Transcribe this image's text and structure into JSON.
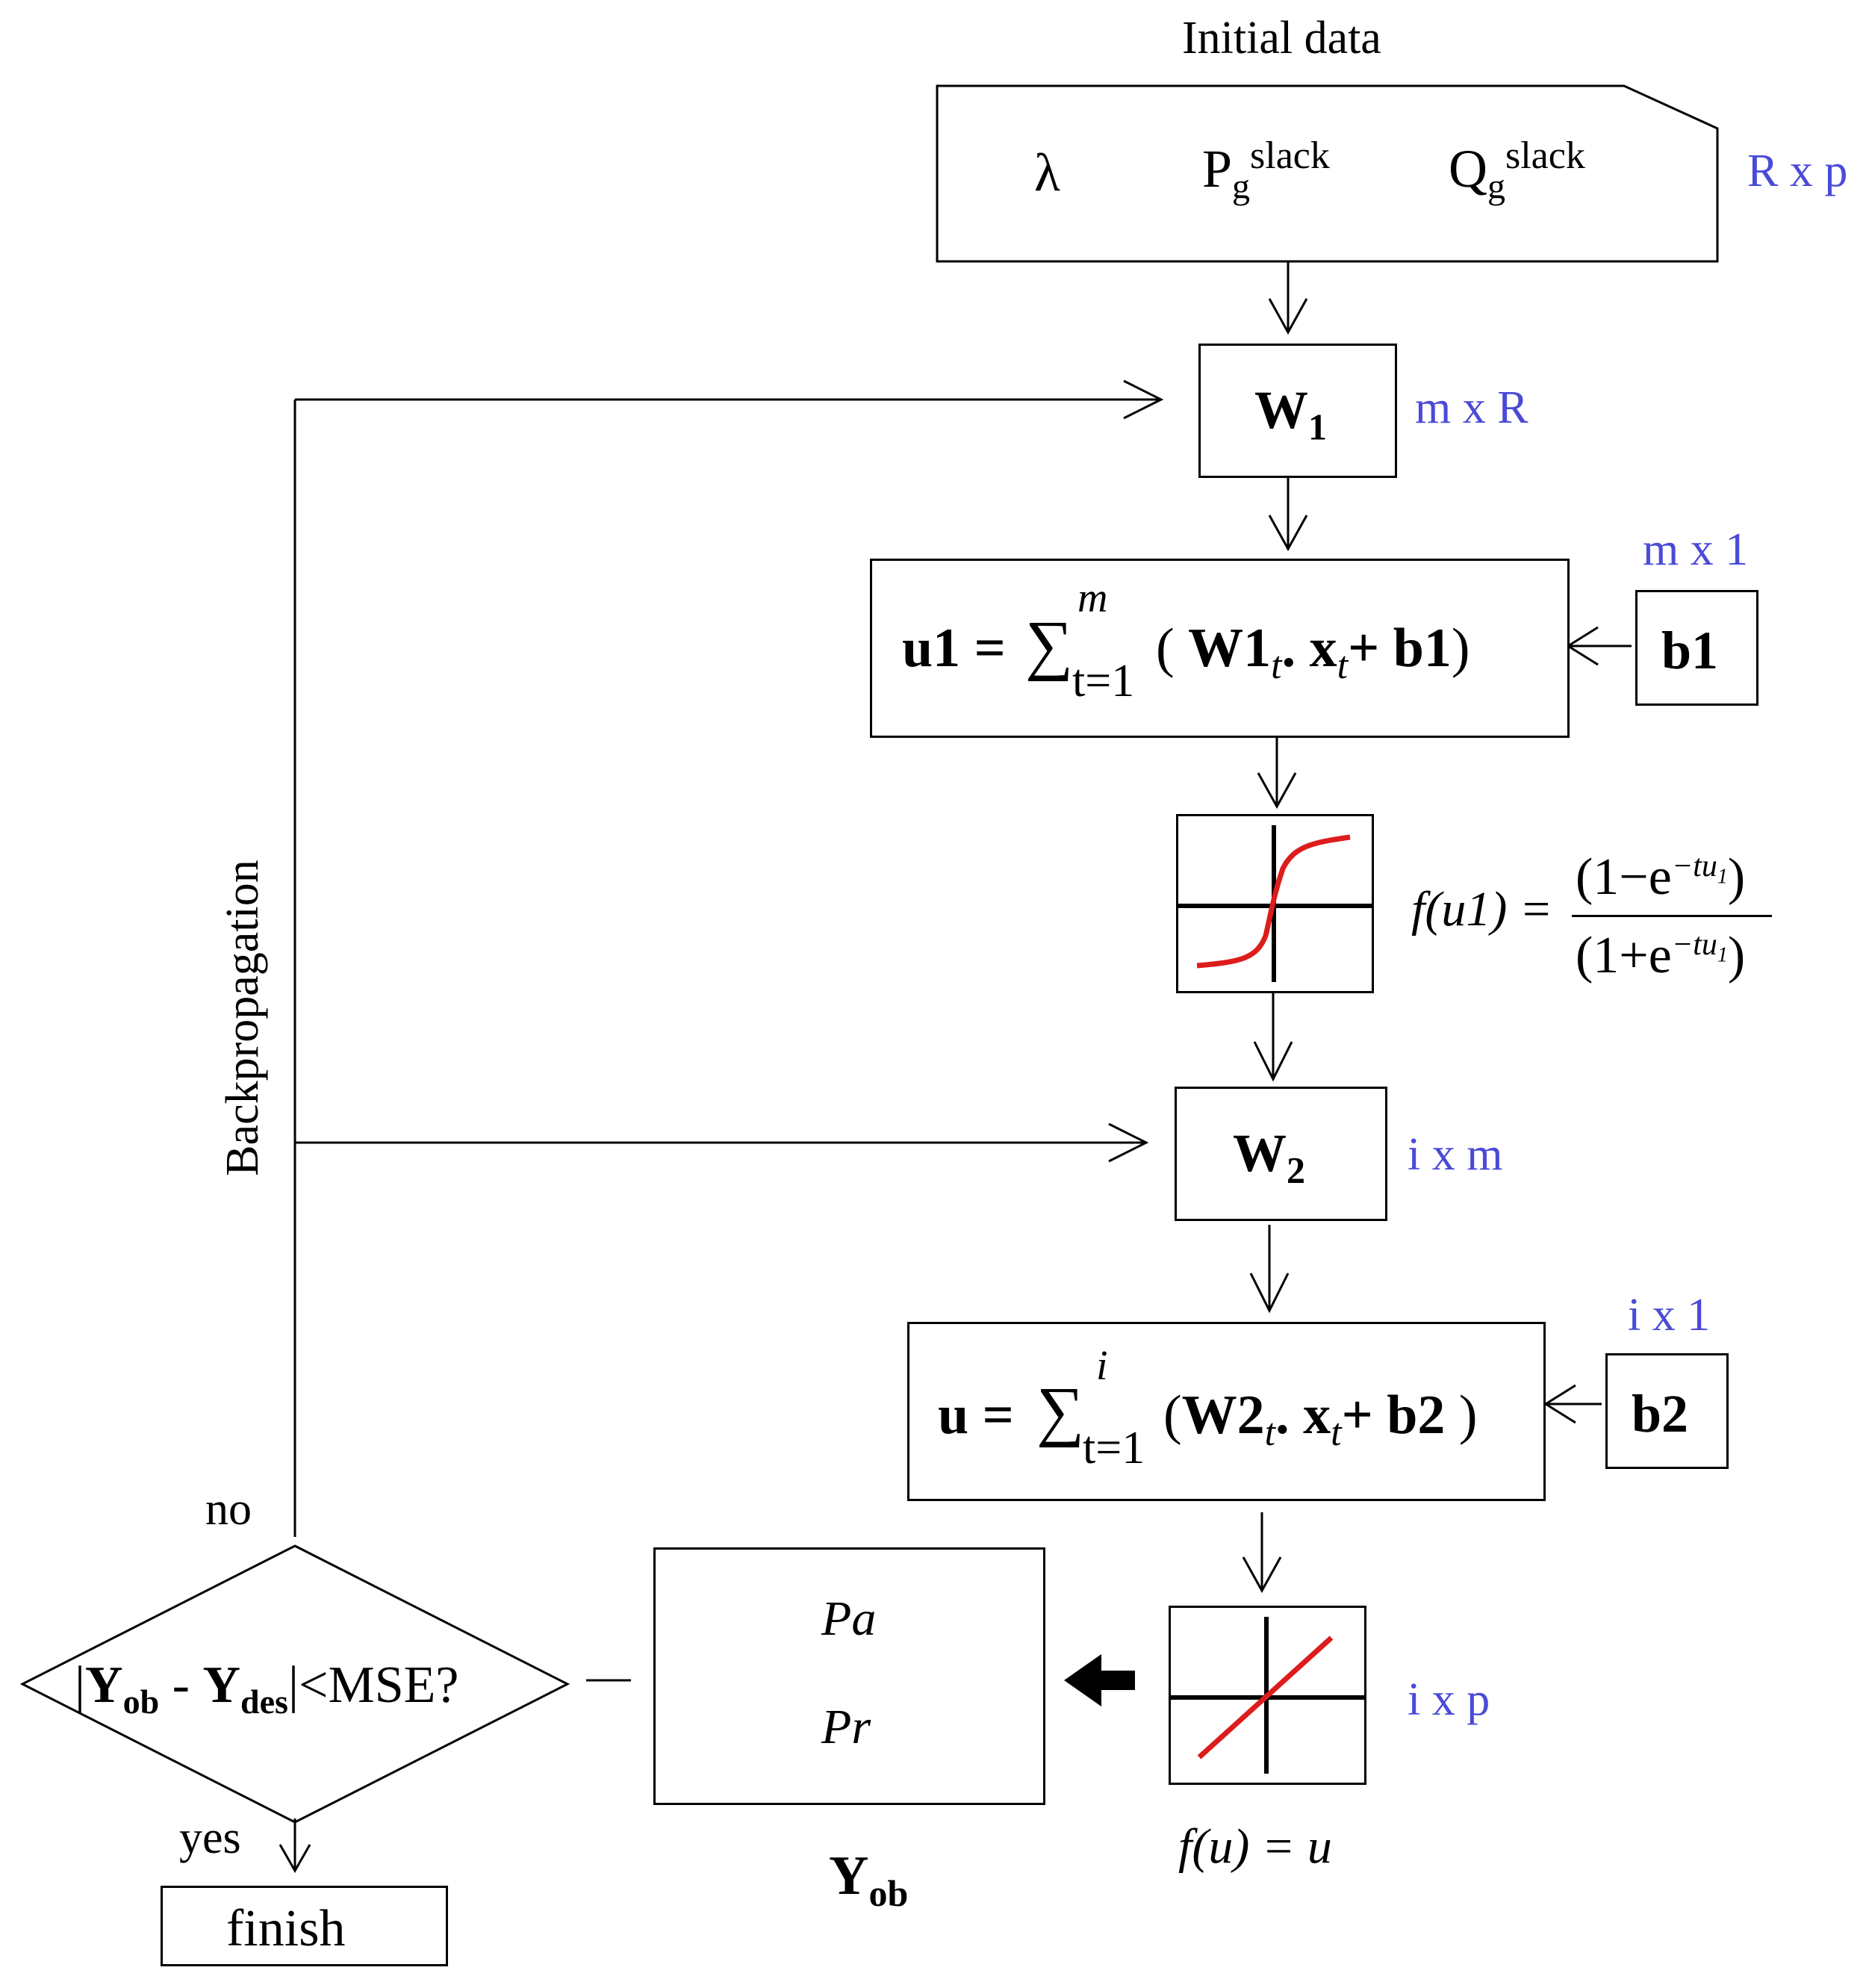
{
  "initial_data": {
    "title": "Initial data",
    "lambda": "λ",
    "pg_base": "P",
    "pg_sub": "g",
    "pg_sup": "slack",
    "qg_base": "Q",
    "qg_sub": "g",
    "qg_sup": "slack",
    "dim": "R x p"
  },
  "w1": {
    "base": "W",
    "sub": "1",
    "dim": "m x R"
  },
  "sum1": {
    "lhs": "u1",
    "upper": "m",
    "lower": "t=1",
    "w": "W1",
    "w_sub": "t",
    "x": "x",
    "x_sub": "t",
    "b": "b1"
  },
  "b1": {
    "label": "b1",
    "dim": "m x 1"
  },
  "activation1": {
    "lhs": "f(u1) =",
    "numerator": "(1−e",
    "num_exp": "−tu",
    "num_exp_sub": "1",
    "denominator": "(1+e",
    "den_exp": "−tu",
    "den_exp_sub": "1"
  },
  "w2": {
    "base": "W",
    "sub": "2",
    "dim": "i x m"
  },
  "sum2": {
    "lhs": "u",
    "upper": "i",
    "lower": "t=1",
    "w": "W2",
    "w_sub": "t",
    "x": "x",
    "x_sub": "t",
    "b": "b2"
  },
  "b2": {
    "label": "b2",
    "dim": "i x 1"
  },
  "activation2": {
    "formula": "f(u) = u",
    "dim": "i x p"
  },
  "output": {
    "pa": "Pa",
    "pr": "Pr",
    "label_base": "Y",
    "label_sub": "ob"
  },
  "decision": {
    "y_ob": "Y",
    "y_ob_sub": "ob",
    "y_des": "Y",
    "y_des_sub": "des",
    "tail": "<MSE?",
    "no": "no",
    "yes": "yes"
  },
  "finish": "finish",
  "backprop": "Backpropagation",
  "colors": {
    "dim_text": "#4a4ad8",
    "curve": "#dd1c1c"
  }
}
